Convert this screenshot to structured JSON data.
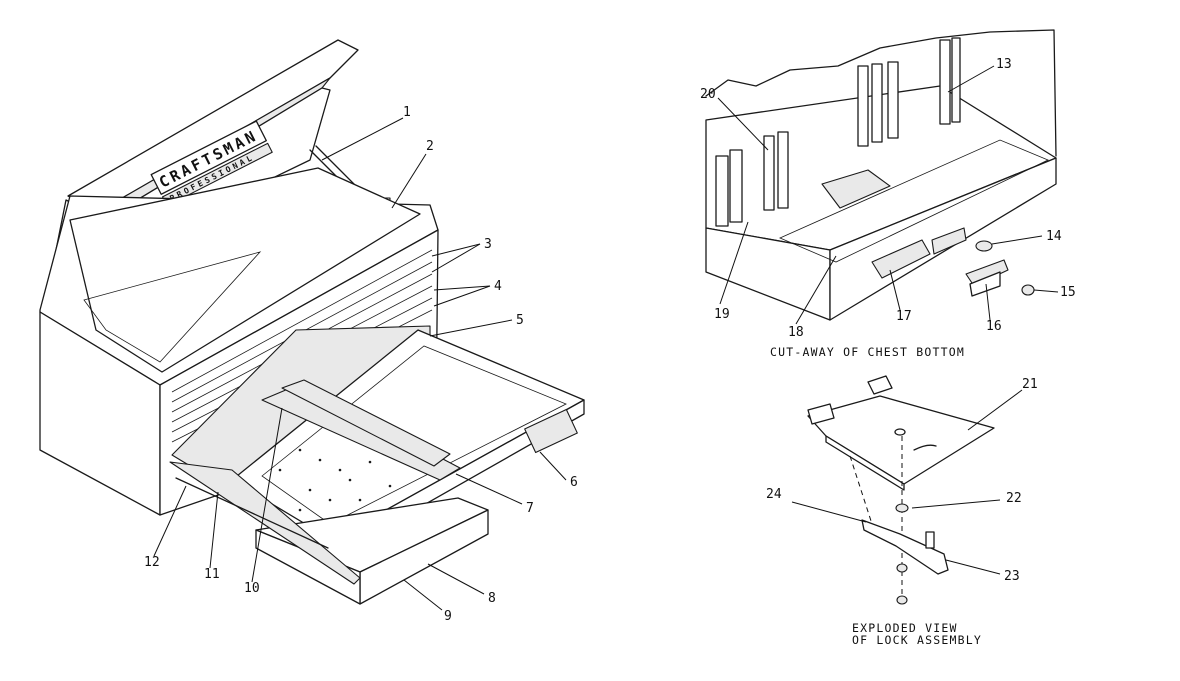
{
  "brand": {
    "name": "CRAFTSMAN",
    "sub": "PROFESSIONAL"
  },
  "captions": {
    "cutaway": "CUT-AWAY OF CHEST BOTTOM",
    "exploded_line1": "EXPLODED VIEW",
    "exploded_line2": "OF LOCK ASSEMBLY"
  },
  "callouts": [
    {
      "id": "c1",
      "label": "1"
    },
    {
      "id": "c2",
      "label": "2"
    },
    {
      "id": "c3",
      "label": "3"
    },
    {
      "id": "c4",
      "label": "4"
    },
    {
      "id": "c5",
      "label": "5"
    },
    {
      "id": "c6",
      "label": "6"
    },
    {
      "id": "c7",
      "label": "7"
    },
    {
      "id": "c8",
      "label": "8"
    },
    {
      "id": "c9",
      "label": "9"
    },
    {
      "id": "c10",
      "label": "10"
    },
    {
      "id": "c11",
      "label": "11"
    },
    {
      "id": "c12",
      "label": "12"
    },
    {
      "id": "c13",
      "label": "13"
    },
    {
      "id": "c14",
      "label": "14"
    },
    {
      "id": "c15",
      "label": "15"
    },
    {
      "id": "c16",
      "label": "16"
    },
    {
      "id": "c17",
      "label": "17"
    },
    {
      "id": "c18",
      "label": "18"
    },
    {
      "id": "c19",
      "label": "19"
    },
    {
      "id": "c20",
      "label": "20"
    },
    {
      "id": "c21",
      "label": "21"
    },
    {
      "id": "c22",
      "label": "22"
    },
    {
      "id": "c23",
      "label": "23"
    },
    {
      "id": "c24",
      "label": "24"
    }
  ]
}
